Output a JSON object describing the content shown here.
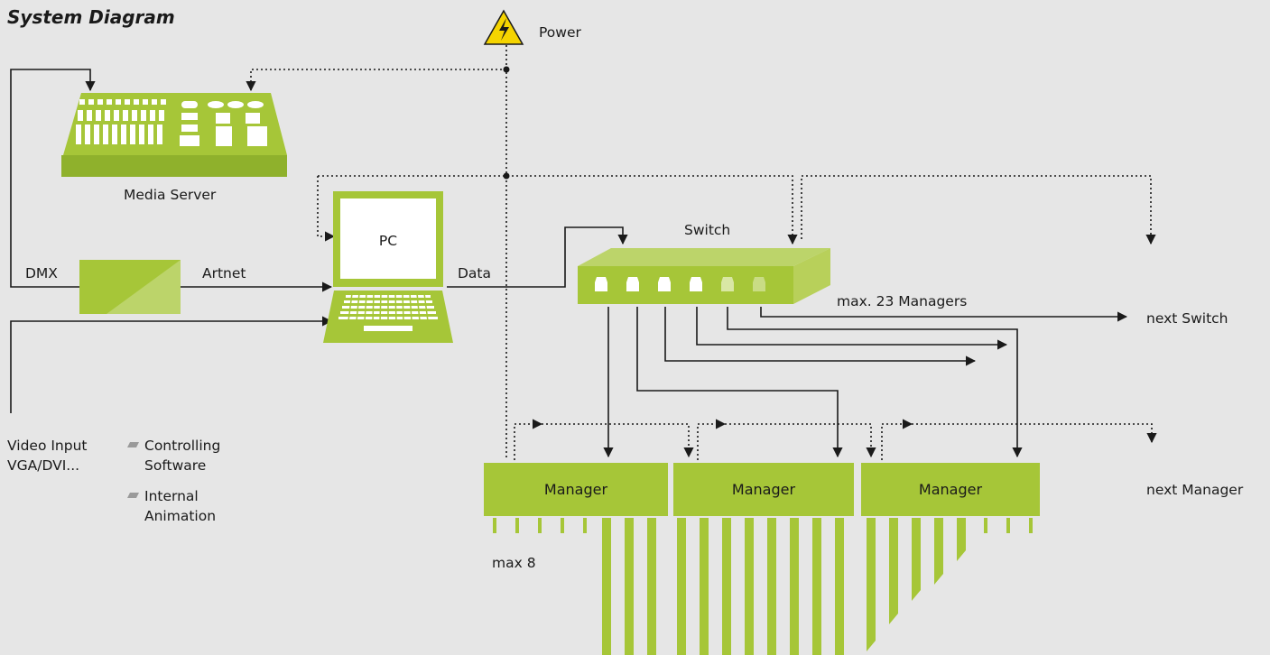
{
  "title": "System Diagram",
  "labels": {
    "power": "Power",
    "media_server": "Media Server",
    "pc": "PC",
    "dmx": "DMX",
    "artnet": "Artnet",
    "data": "Data",
    "switch": "Switch",
    "max_managers": "max. 23 Managers",
    "next_switch": "next Switch",
    "next_manager": "next Manager",
    "video_input_line1": "Video Input",
    "video_input_line2": "VGA/DVI...",
    "max8": "max 8"
  },
  "legend": [
    {
      "line1": "Controlling",
      "line2": "Software"
    },
    {
      "line1": "Internal",
      "line2": "Animation"
    }
  ],
  "managers": [
    "Manager",
    "Manager",
    "Manager"
  ],
  "colors": {
    "background": "#e6e6e6",
    "green": "#a6c638",
    "green_dark": "#8fb12c",
    "green_light": "#bcd46a",
    "line": "#1a1a1a",
    "warning_yellow": "#f5d400"
  },
  "icons": [
    "power-warning-icon",
    "media-server-icon",
    "converter-icon",
    "pc-icon",
    "switch-icon"
  ]
}
